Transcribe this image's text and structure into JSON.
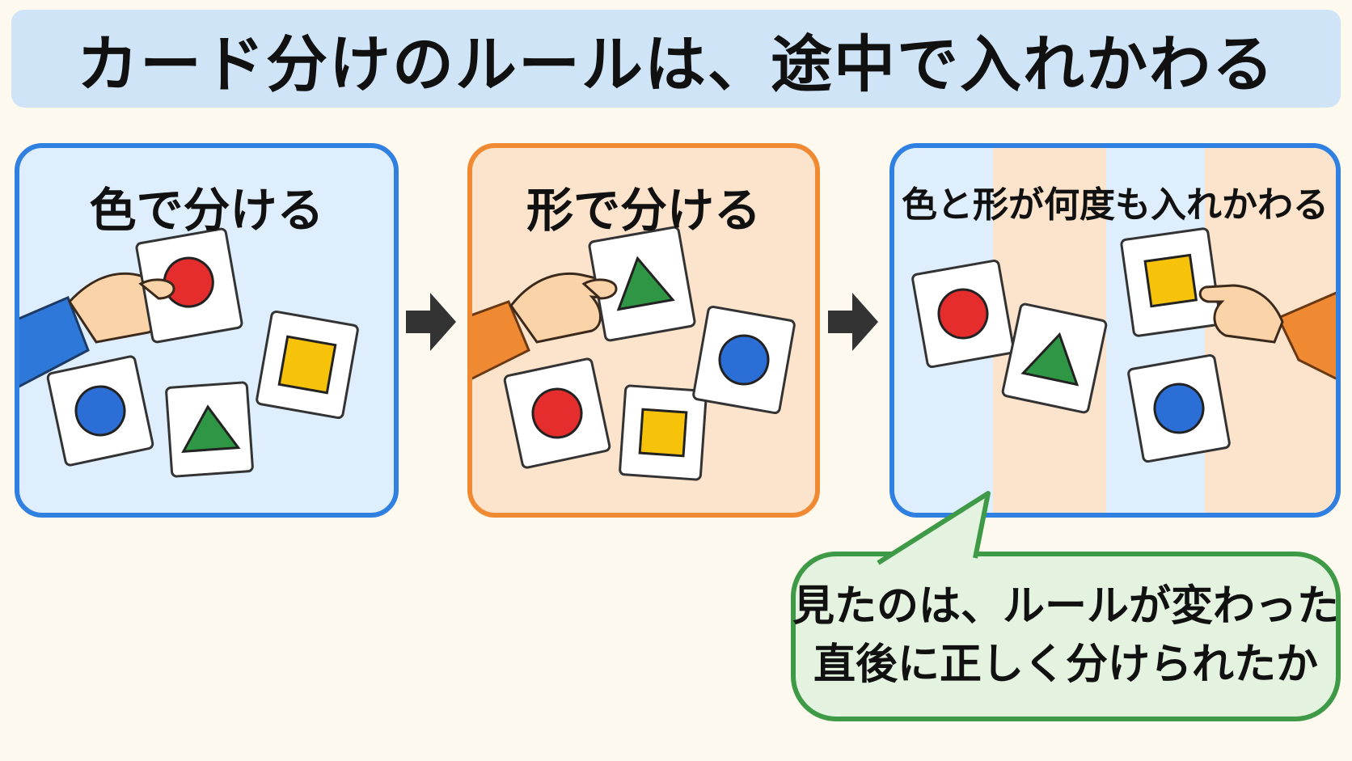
{
  "title": "カード分け​のルールは、途中で入れかわる",
  "panels": {
    "color": {
      "title": "色で分ける",
      "accent": "#2f80e0",
      "background": "#deeefc"
    },
    "shape": {
      "title": "形で分ける",
      "accent": "#f08a32",
      "background": "#fbe3cc"
    },
    "mixed": {
      "title": "色と形が何度も入れかわる"
    }
  },
  "callout": {
    "line1": "見たのは、ルールが変わった",
    "line2": "直後に正しく分けられたか",
    "accent": "#3e9a47"
  },
  "colors": {
    "red": "#e52d2d",
    "blue": "#2b6fd6",
    "yellow": "#f6c20a",
    "green": "#2e9644"
  },
  "icons": [
    "right-arrow-icon",
    "hand-icon",
    "card-icon"
  ]
}
